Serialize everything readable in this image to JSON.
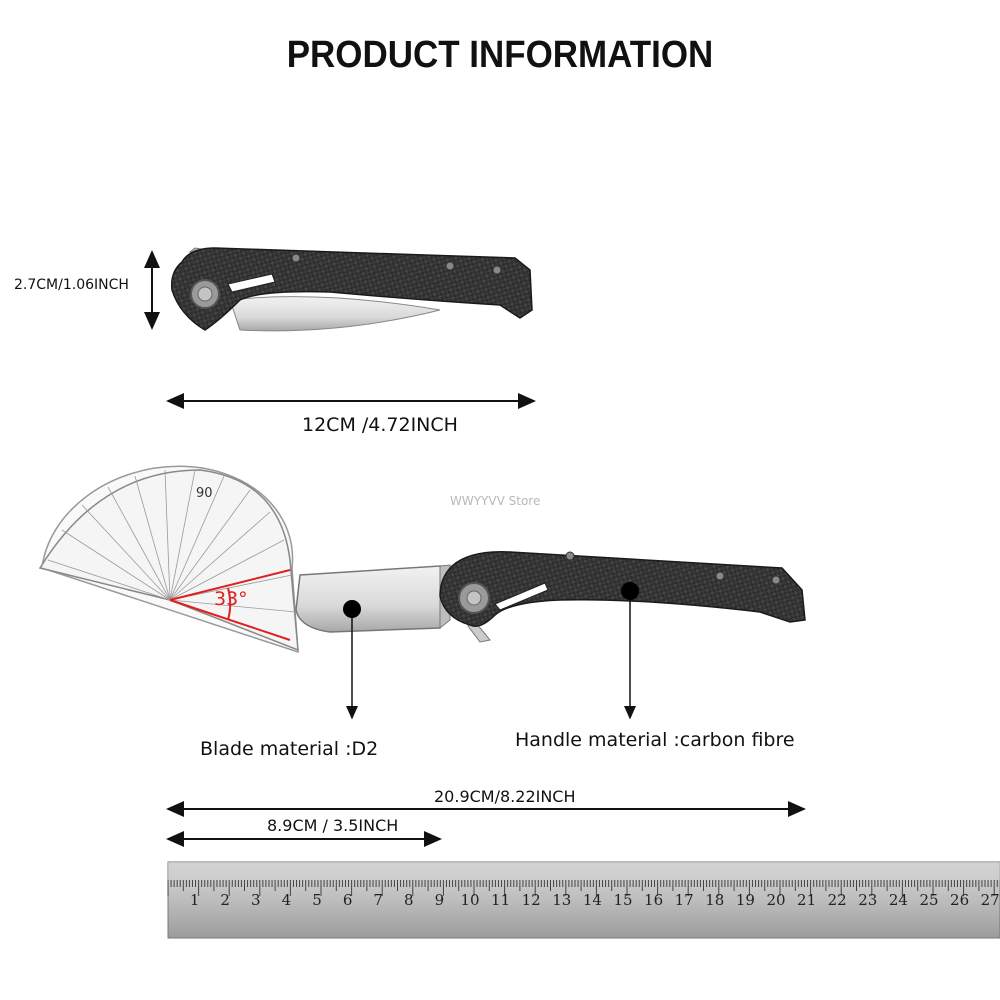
{
  "title": "PRODUCT INFORMATION",
  "dimensions": {
    "closed_height": "2.7CM/1.06INCH",
    "closed_length": "12CM /4.72INCH",
    "overall_length": "20.9CM/8.22INCH",
    "blade_length": "8.9CM / 3.5INCH"
  },
  "materials": {
    "blade": "Blade material :D2",
    "handle": "Handle material :carbon fibre"
  },
  "protractor": {
    "angle_label": "33°",
    "mark_90": "90"
  },
  "watermark": "WWYYVV Store",
  "ruler": {
    "numbers": [
      "1",
      "2",
      "3",
      "4",
      "5",
      "6",
      "7",
      "8",
      "9",
      "10",
      "11",
      "12",
      "13",
      "14",
      "15",
      "16",
      "17",
      "18",
      "19",
      "20",
      "21",
      "22",
      "23",
      "24",
      "25",
      "26",
      "27"
    ]
  }
}
